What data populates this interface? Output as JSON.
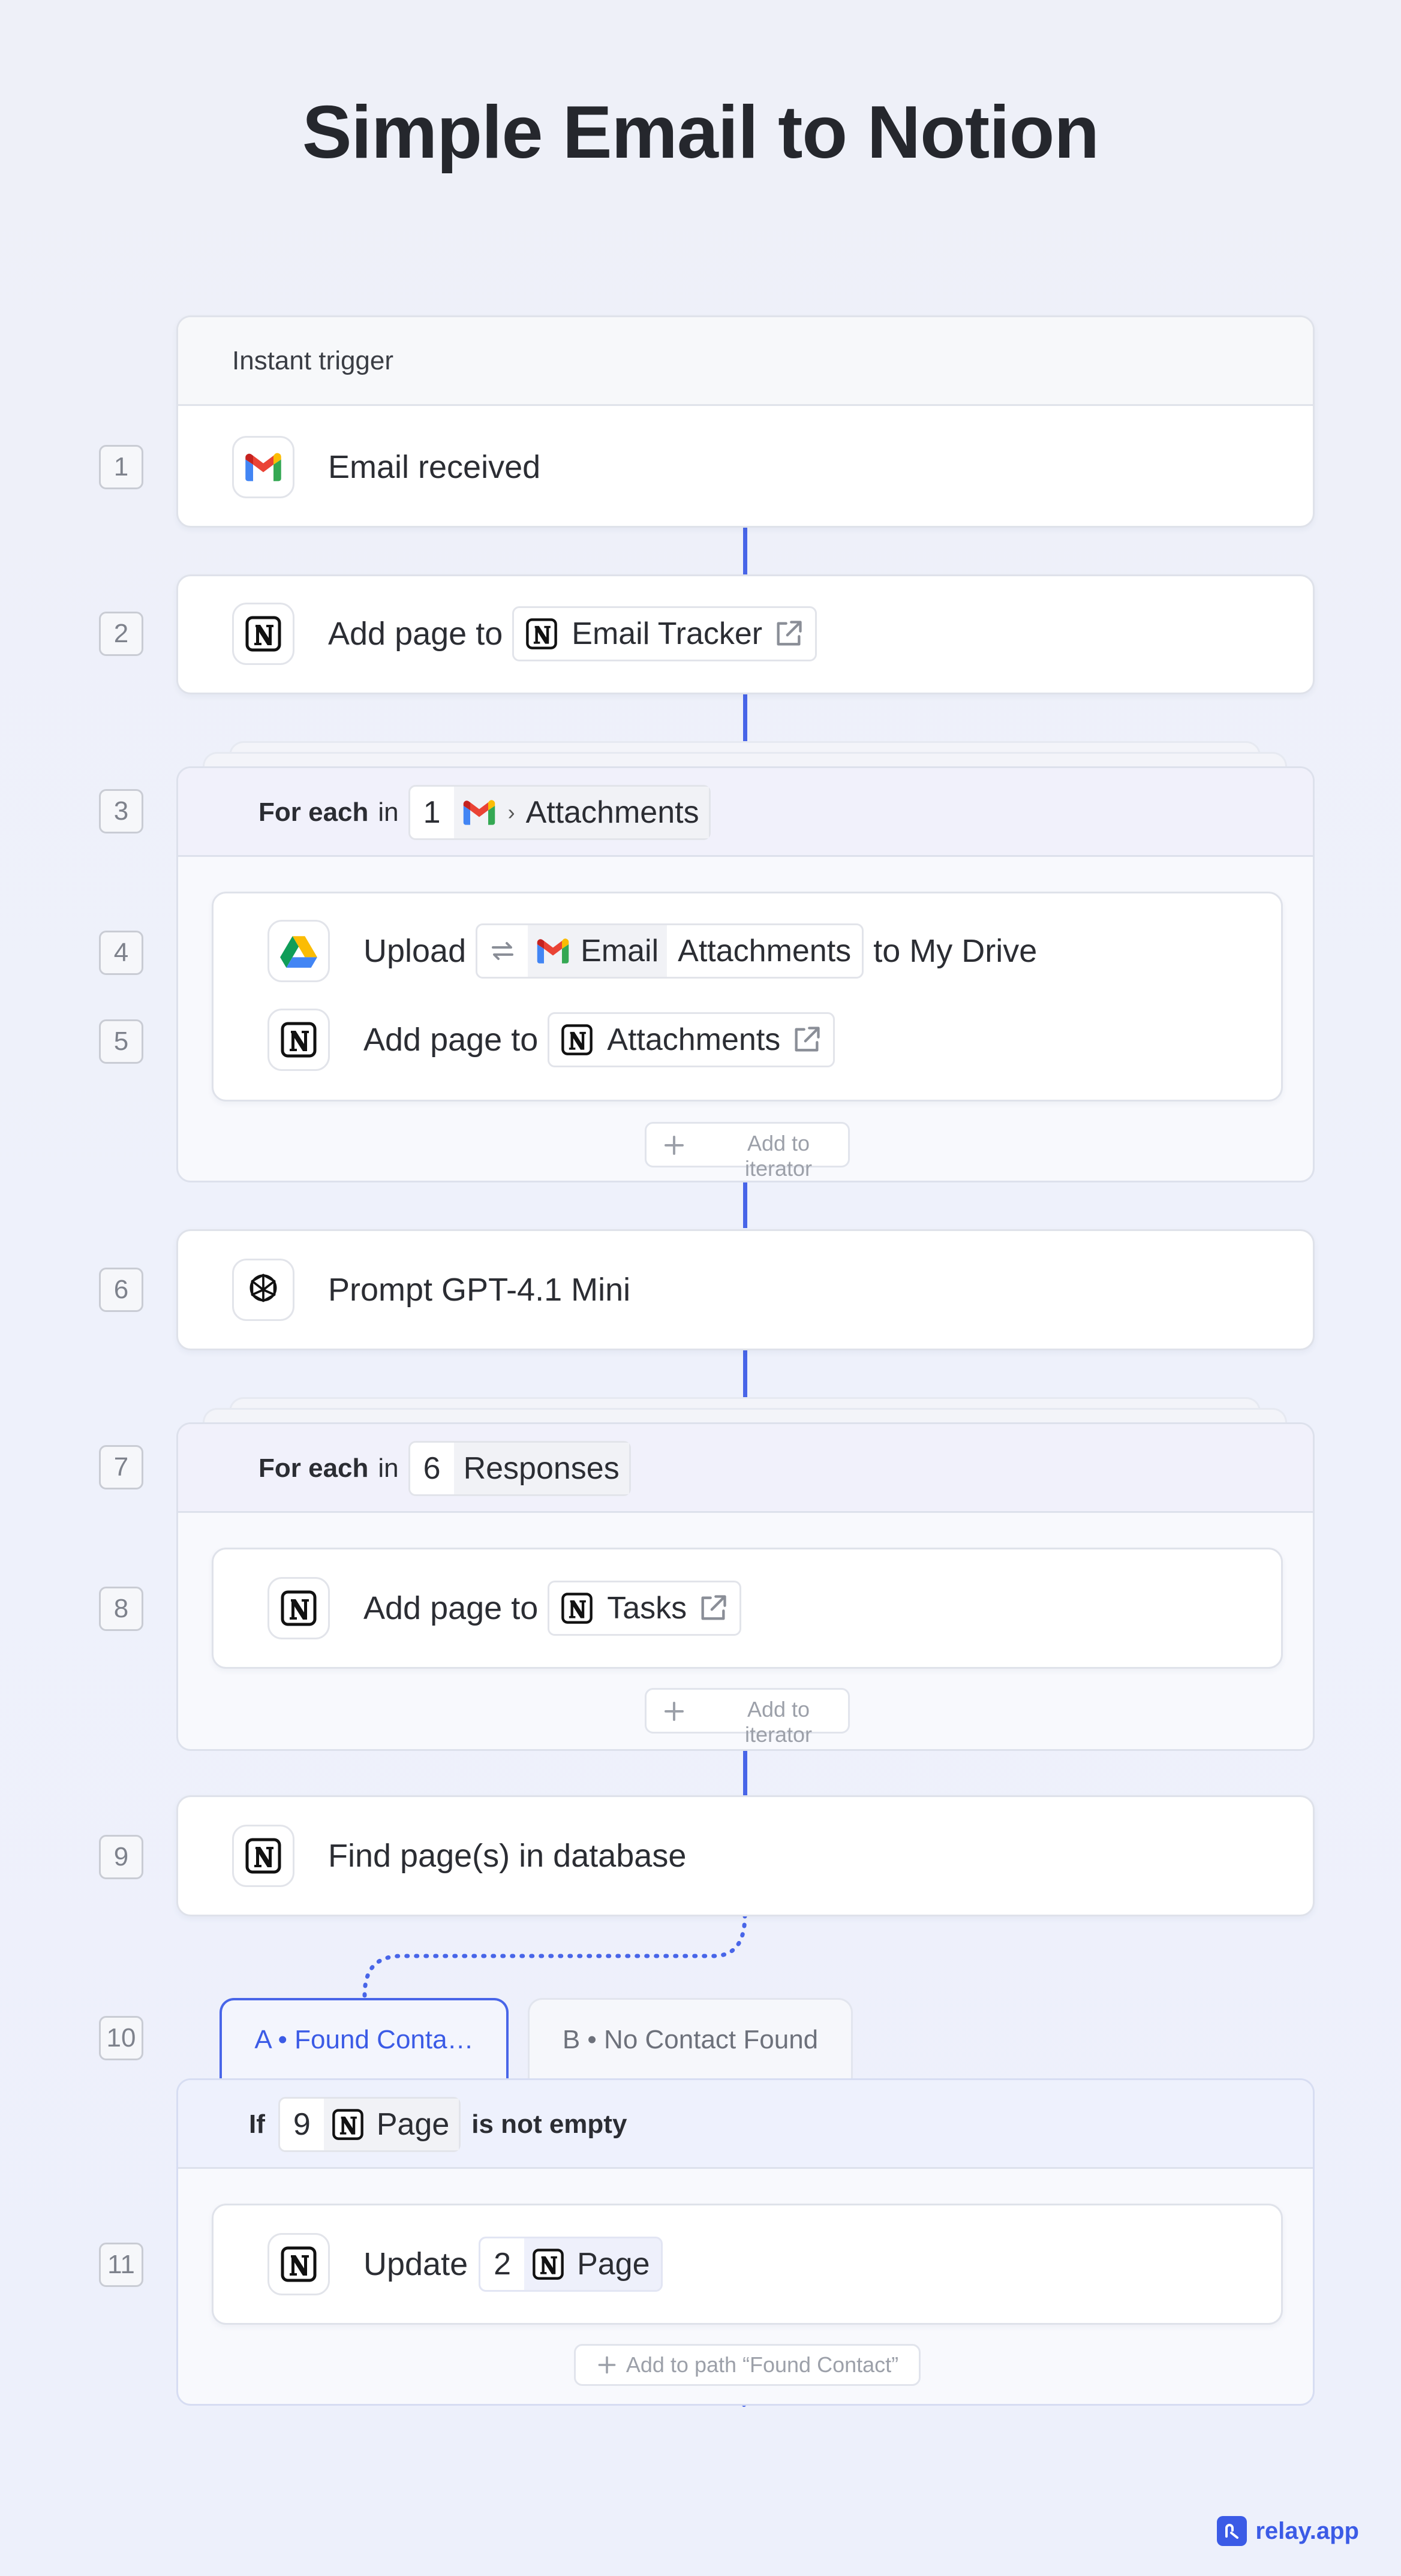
{
  "title": "Simple Email to Notion",
  "trigger": {
    "header": "Instant trigger"
  },
  "steps": [
    {
      "num": "1",
      "text": "Email received"
    },
    {
      "num": "2",
      "prefix": "Add page to",
      "target": "Email Tracker"
    },
    {
      "num": "3",
      "for_each": "For each",
      "in": "in",
      "ref_num": "1",
      "ref": "Attachments"
    },
    {
      "num": "4",
      "prefix": "Upload",
      "ref_a": "Email",
      "ref_b": "Attachments",
      "suffix": "to My Drive"
    },
    {
      "num": "5",
      "prefix": "Add page to",
      "target": "Attachments"
    },
    {
      "num": "6",
      "text": "Prompt GPT-4.1 Mini"
    },
    {
      "num": "7",
      "for_each": "For each",
      "in": "in",
      "ref_num": "6",
      "ref": "Responses"
    },
    {
      "num": "8",
      "prefix": "Add page to",
      "target": "Tasks"
    },
    {
      "num": "9",
      "text": "Find page(s) in database"
    },
    {
      "num": "10",
      "if": "If",
      "ref_num": "9",
      "ref": "Page",
      "condition": "is not empty"
    },
    {
      "num": "11",
      "prefix": "Update",
      "ref_num": "2",
      "ref": "Page"
    }
  ],
  "iterator": {
    "add_label": "Add to iterator"
  },
  "branch_tabs": [
    {
      "label": "A • Found Conta…",
      "active": true
    },
    {
      "label": "B • No Contact Found",
      "active": false
    }
  ],
  "path_add": "Add to path “Found Contact”",
  "brand": "relay.app",
  "colors": {
    "accent": "#4865e8",
    "brand": "#3b5be6"
  },
  "icons": [
    "gmail-icon",
    "notion-icon",
    "google-drive-icon",
    "openai-icon",
    "repeat-icon",
    "external-link-icon",
    "plus-icon",
    "relay-logo-icon"
  ]
}
